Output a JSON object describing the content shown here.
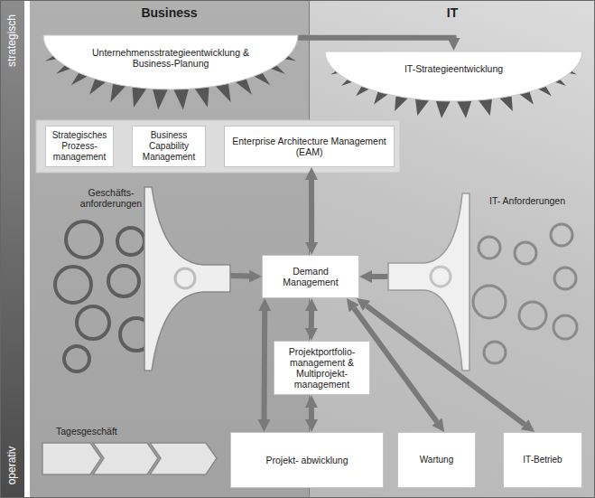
{
  "diagram": {
    "nodes": [
      {
        "text": [
          "Business"
        ]
      },
      {
        "text": [
          "IT"
        ]
      },
      {
        "text": [
          "Unternehmensstrategieentwicklung & Business-Planung"
        ],
        "in": 0
      },
      {
        "text": [
          "IT-Strategieentwicklung"
        ],
        "in": 1
      },
      {
        "text": [
          "Strategisches Prozess- management"
        ],
        "in": 0
      },
      {
        "text": [
          "Business Capability Management"
        ],
        "in": 0
      },
      {
        "text": [
          "Enterprise Architecture Management (EAM)"
        ]
      },
      {
        "text": [
          "Geschäfts- anforderungen"
        ],
        "in": 0
      },
      {
        "text": [
          "IT- Anforderungen"
        ],
        "in": 1
      },
      {
        "text": [
          "Demand Management"
        ]
      },
      {
        "text": [
          "Projektportfolio- management & Multiprojekt- management"
        ]
      },
      {
        "text": [
          "Projekt- abwicklung"
        ]
      },
      {
        "text": [
          "Wartung"
        ],
        "in": 1
      },
      {
        "text": [
          "IT-Betrieb"
        ],
        "in": 1
      }
    ],
    "edges": [
      {
        "from": 2,
        "to": 3,
        "arrow": "to"
      },
      {
        "from": 7,
        "to": 9,
        "arrow": "to"
      },
      {
        "from": 8,
        "to": 9,
        "arrow": "to"
      },
      {
        "from": 6,
        "to": 9,
        "arrow": "both"
      },
      {
        "from": 9,
        "to": 10,
        "arrow": "both"
      },
      {
        "from": 10,
        "to": 11,
        "arrow": "both"
      },
      {
        "from": 9,
        "to": 11,
        "arrow": "both"
      },
      {
        "from": 9,
        "to": 12,
        "arrow": "both"
      },
      {
        "from": 9,
        "to": 13,
        "arrow": "both"
      }
    ],
    "labels": [
      "strategisch",
      "operativ",
      "Tagesgeschäft"
    ]
  }
}
